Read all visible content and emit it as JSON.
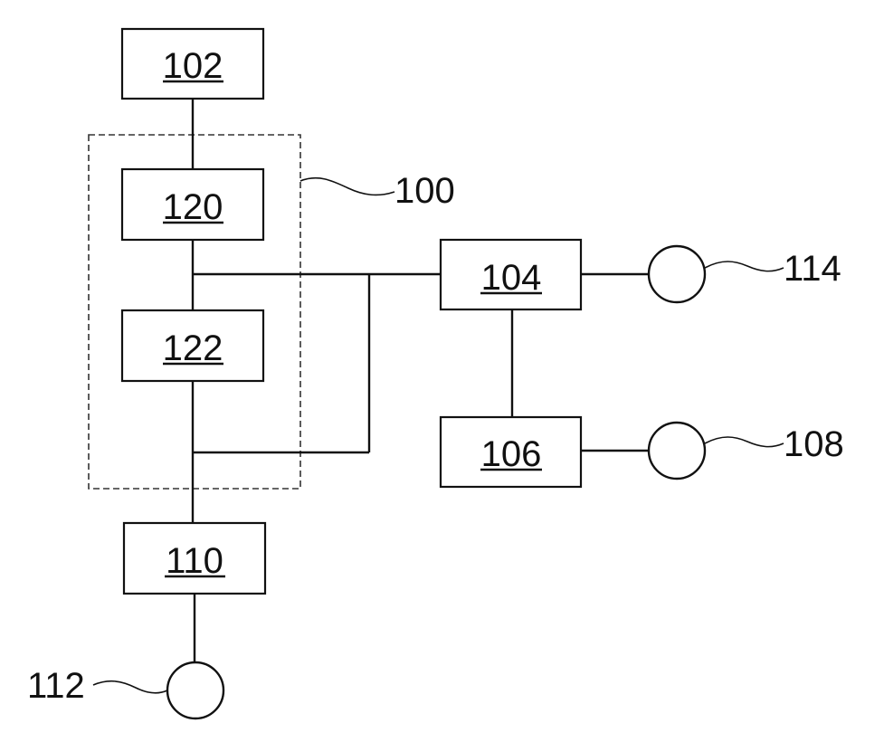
{
  "boxes": {
    "b102": "102",
    "b120": "120",
    "b122": "122",
    "b104": "104",
    "b106": "106",
    "b110": "110"
  },
  "refs": {
    "r100": "100",
    "r114": "114",
    "r108": "108",
    "r112": "112"
  },
  "colors": {
    "line": "#111111",
    "background": "#ffffff"
  }
}
